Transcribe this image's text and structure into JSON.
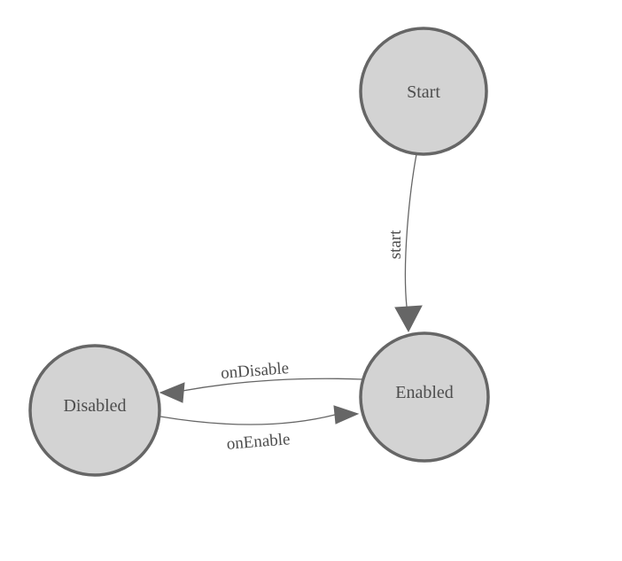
{
  "colors": {
    "node_fill": "#d3d3d3",
    "node_stroke": "#666666",
    "edge_stroke": "#666666",
    "label_text": "#4d4d4d",
    "background": "#ffffff"
  },
  "diagram": {
    "type": "state-machine",
    "nodes": [
      {
        "id": "start-state",
        "label": "Start"
      },
      {
        "id": "enabled-state",
        "label": "Enabled"
      },
      {
        "id": "disabled-state",
        "label": "Disabled"
      }
    ],
    "edges": [
      {
        "from": "Start",
        "to": "Enabled",
        "label": "start"
      },
      {
        "from": "Enabled",
        "to": "Disabled",
        "label": "onDisable"
      },
      {
        "from": "Disabled",
        "to": "Enabled",
        "label": "onEnable"
      }
    ]
  }
}
